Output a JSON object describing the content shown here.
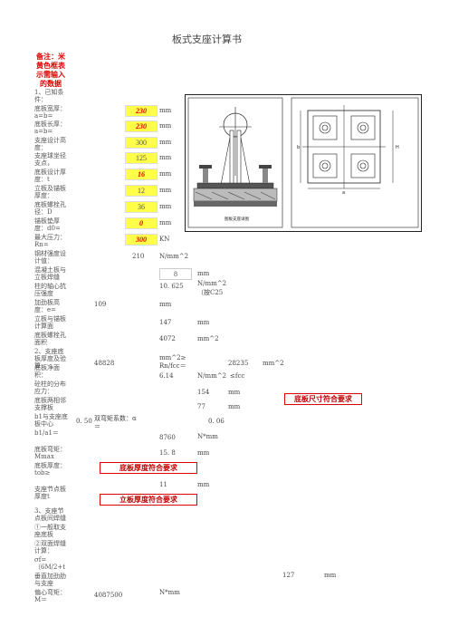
{
  "title": "板式支座计算书",
  "note": "备注：米黄色框表示需输入的数据",
  "labels": {
    "l1": "1、已知条件：",
    "l2": "底板宽厚：a=b=",
    "l3": "底板长厚：a=b=",
    "l4": "支座设计高度：",
    "l5": "支座球坐径支点，",
    "l6": "底板设计厚度：t",
    "l7": "立板及锚板厚度：",
    "l8": "底板螺栓孔径：D",
    "l9": "锚板垫厚度：d0=",
    "l10": "最大压力：Rn=",
    "l11": "钢材强度设计值：",
    "l12": "混凝土板与立板焊缝",
    "l13": "柱的轴心抗压强度",
    "l14": "加劲板高度：e=",
    "l15": "立板与锚板计算面",
    "l16": "底板螺栓孔面积",
    "l17": "2、支座底板厚度及验算",
    "l18": "底板净面积：",
    "l19": "砼柱的分布应力：",
    "l20": "底板两相邻支撑板",
    "l21": "b1与支座底板中心",
    "l22": "b1/a1＝",
    "l23": "底板弯矩：Mmax",
    "l24": "底板厚度：tob≥",
    "l25": "支座节点板厚度t",
    "l26": "3、支座节点板间焊缝",
    "l27": "①一般取支座底板",
    "l28": "②双面焊缝计算：",
    "l29": "σf=（6M/2+t",
    "l30": "垂直加劲肋与支座",
    "l31": "偏心弯矩：M＝"
  },
  "inputs": [
    "230",
    "230",
    "300",
    "125",
    "16",
    "12",
    "36",
    "0",
    "300"
  ],
  "units": [
    "mm",
    "mm",
    "mm",
    "mm",
    "mm",
    "mm",
    "mm",
    "mm",
    "KN"
  ],
  "values": {
    "fy": "210",
    "fy_unit": "N/mm^2",
    "weld": "8",
    "weld_unit": "mm",
    "fc": "10. 625",
    "fc_unit": "N/mm^2",
    "fc_note": "（按C25",
    "e_val": "109",
    "e_unit": "mm",
    "v147": "147",
    "v147_unit": "mm",
    "v4072": "4072",
    "v4072_unit": "mm^2",
    "v48828": "48828",
    "v48828_unit": "mm^2≥",
    "v28235": "28235",
    "v28235_unit": "mm^2",
    "rn_label": "Rn/fcc＝",
    "stress": "6.14",
    "stress_unit": "N/mm^2",
    "stress_cmp": "≤fcc",
    "v154": "154",
    "v154_unit": "mm",
    "v77": "77",
    "v77_unit": "mm",
    "ratio_lbl": "0. 50",
    "coef_lbl": "双弯矩系数：α＝",
    "coef": "0. 06",
    "moment": "8760",
    "moment_unit": "N*mm",
    "thick": "15. 8",
    "thick_unit": "mm",
    "node_t": "11",
    "node_t_unit": "mm",
    "v127": "127",
    "v127_unit": "mm",
    "m_val": "4087500",
    "m_unit": "N*mm"
  },
  "messages": {
    "base_size": "底板尺寸符合要求",
    "base_thick": "底板厚度符合要求",
    "plate_thick": "立板厚度符合要求"
  },
  "drawing_caption": "图板支座详图",
  "dim_labels": {
    "a": "a",
    "b": "b",
    "h": "H"
  }
}
